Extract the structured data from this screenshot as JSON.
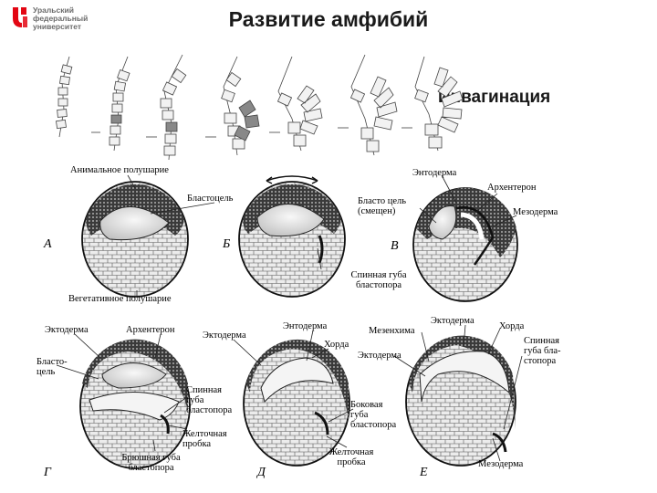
{
  "header": {
    "title": "Развитие амфибий",
    "subtitle": "Инвагинация",
    "logo_lines": [
      "Уральский",
      "федеральный",
      "университет"
    ],
    "logo_color": "#e30613"
  },
  "panels": {
    "A": {
      "letter": "А",
      "animal_hemisphere": "Анимальное полушарие",
      "blastocoel": "Бластоцель",
      "vegetal_hemisphere": "Вегетативное полушарие"
    },
    "B": {
      "letter": "Б",
      "dorsal_lip_1": "Спинная губа",
      "dorsal_lip_2": "бластопора"
    },
    "V": {
      "letter": "В",
      "endoderm": "Энтодерма",
      "archenteron": "Архентерон",
      "blastocoel_1": "Бласто цель",
      "blastocoel_2": "(смещен)",
      "mesoderm": "Мезодерма"
    },
    "G": {
      "letter": "Г",
      "ectoderm": "Эктодерма",
      "archenteron": "Архентерон",
      "blastocoel_1": "Бласто-",
      "blastocoel_2": "цель",
      "dorsal_lip_1": "Спинная",
      "dorsal_lip_2": "губа",
      "dorsal_lip_3": "бластопора",
      "yolk_plug_1": "Желточная",
      "yolk_plug_2": "пробка",
      "ventral_lip_1": "Брюшная губа",
      "ventral_lip_2": "бластопора"
    },
    "D": {
      "letter": "Д",
      "ectoderm": "Эктодерма",
      "endoderm": "Энтодерма",
      "notochord": "Хорда",
      "lateral_lip_1": "Боковая",
      "lateral_lip_2": "губа",
      "lateral_lip_3": "бластопора",
      "yolk_plug_1": "Желточная",
      "yolk_plug_2": "пробка"
    },
    "E": {
      "letter": "Е",
      "mesenchyme": "Мезенхима",
      "ectoderm_top": "Эктодерма",
      "ectoderm": "Эктодерма",
      "notochord": "Хорда",
      "dorsal_lip_1": "Спинная",
      "dorsal_lip_2": "губа бла-",
      "dorsal_lip_3": "стопора",
      "mesoderm": "Мезодерма"
    }
  }
}
